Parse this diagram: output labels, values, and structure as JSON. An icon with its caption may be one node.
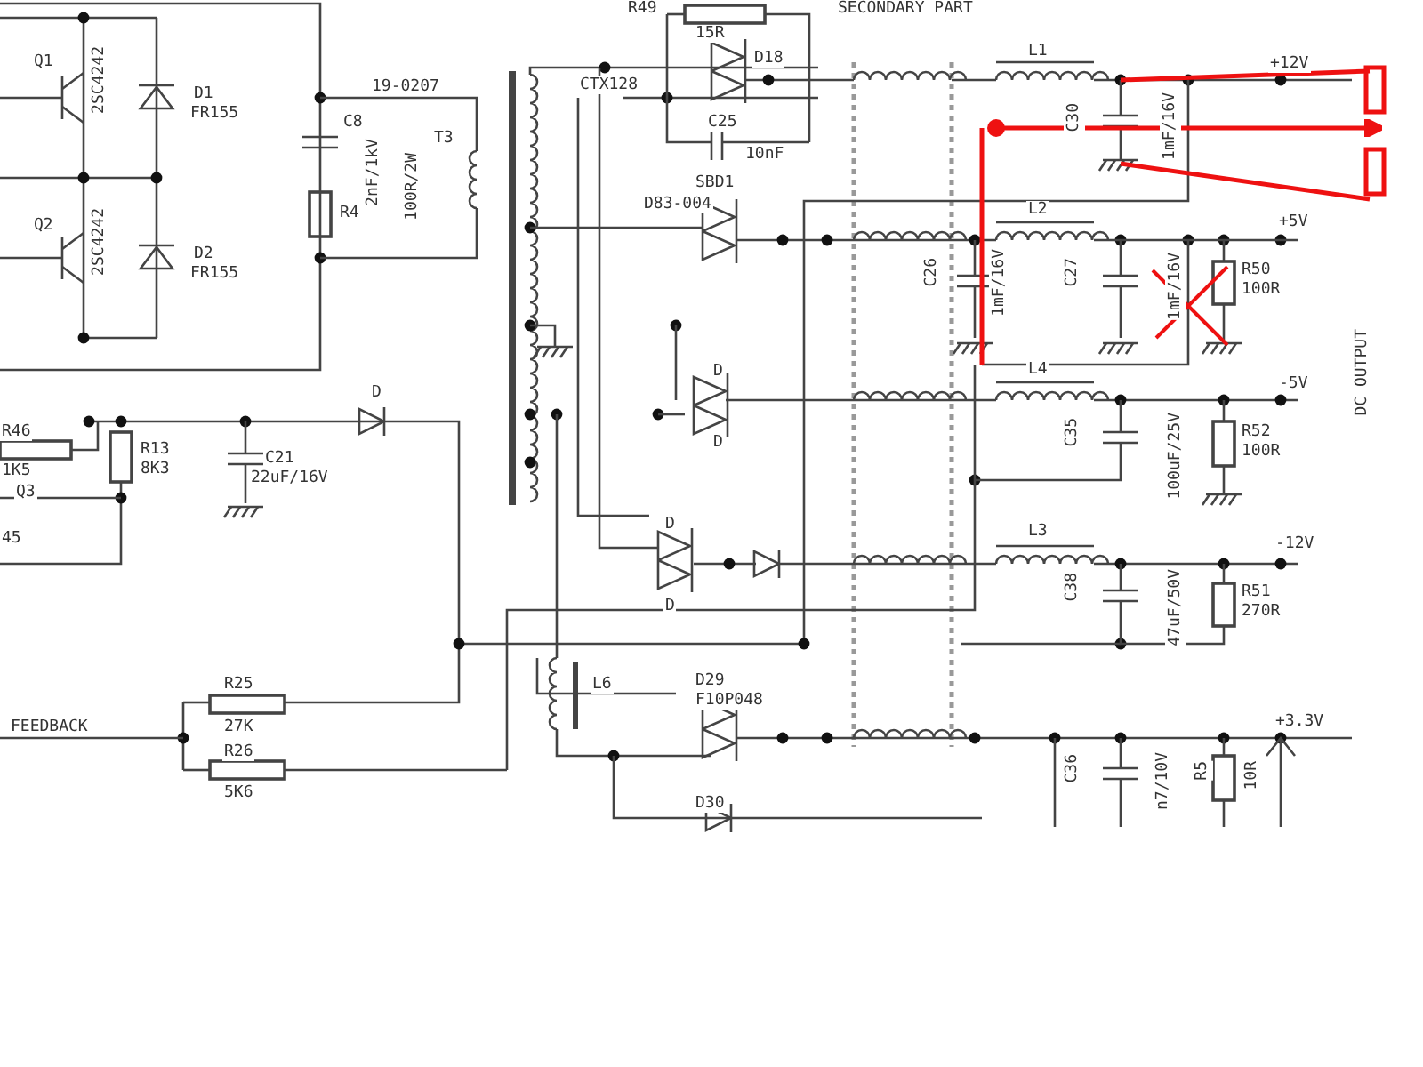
{
  "diagram": {
    "labels": [
      "R49",
      "15R",
      "SECONDARY PART",
      "D18",
      "+12V",
      "L1",
      "19-0207",
      "CTX128",
      "Q1",
      "D1",
      "FR155",
      "2SC4242",
      "C8",
      "2nF/1kV",
      "T3",
      "C25",
      "10nF",
      "C30",
      "1mF/16V",
      "R4",
      "100R/2W",
      "SBD1",
      "D83-004",
      "L2",
      "+5V",
      "Q2",
      "D2",
      "FR155",
      "2SC4242",
      "C26",
      "1mF/16V",
      "C27",
      "1mF/16V",
      "R50",
      "100R",
      "DC OUTPUT",
      "L4",
      "-5V",
      "D",
      "D",
      "D",
      "R46",
      "1K5",
      "R13",
      "8K3",
      "C21",
      "22uF/16V",
      "C35",
      "100uF/25V",
      "R52",
      "100R",
      "Q3",
      "45",
      "D",
      "L3",
      "-12V",
      "C38",
      "47uF/50V",
      "R51",
      "270R",
      "D",
      "L6",
      "D29",
      "F10P048",
      "R25",
      "27K",
      "FEEDBACK",
      "R26",
      "5K6",
      "+3.3V",
      "C36",
      "n7/10V",
      "R5",
      "10R",
      "D30"
    ]
  }
}
